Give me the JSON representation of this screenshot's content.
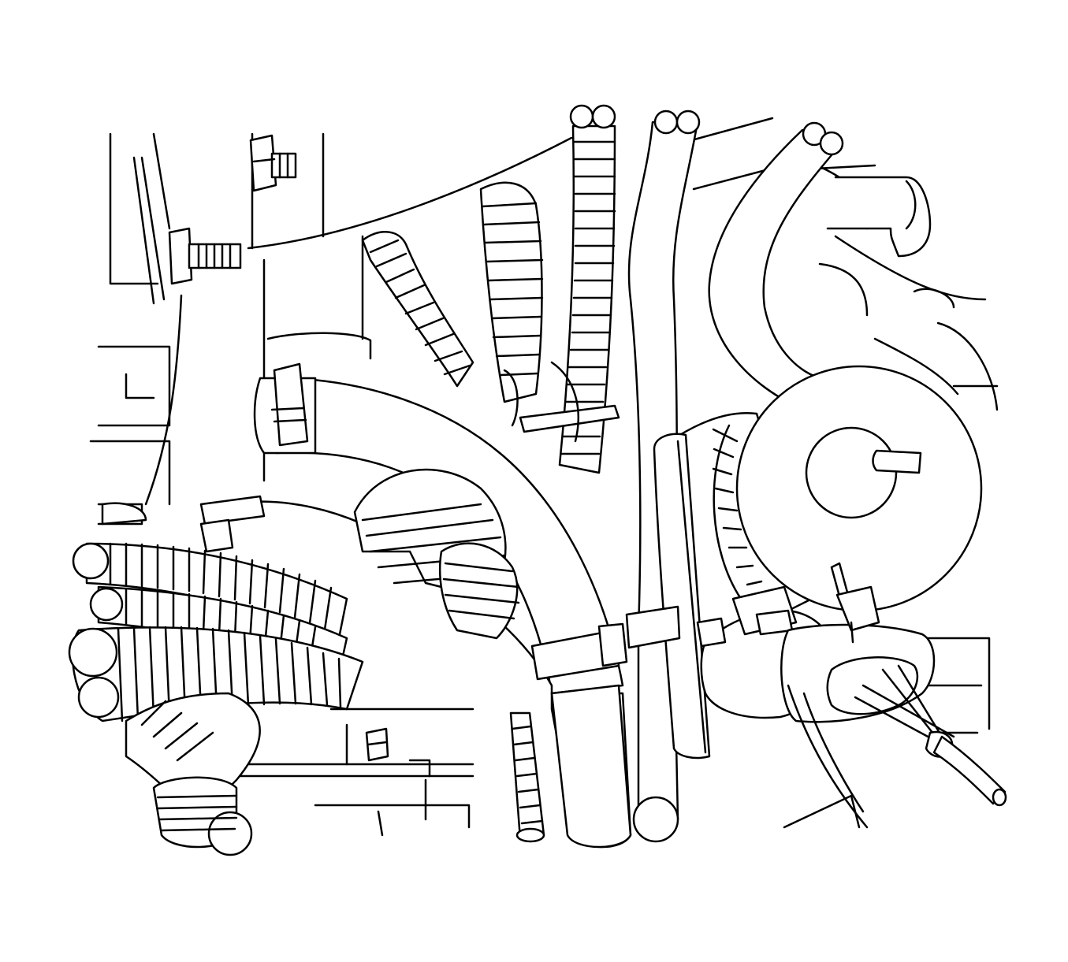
{
  "figure": {
    "background": "#ffffff",
    "line_color": "#000000",
    "components": [
      {
        "name": "mounting-bracket-panel"
      },
      {
        "name": "bracket-bolt"
      },
      {
        "name": "flange-nut"
      },
      {
        "name": "heater-hose"
      },
      {
        "name": "hose-clamp-upper"
      },
      {
        "name": "hose-clamp-lower"
      },
      {
        "name": "corrugated-wiring-harness-main"
      },
      {
        "name": "corrugated-conduit-vertical"
      },
      {
        "name": "corrugated-conduit-curved"
      },
      {
        "name": "vacuum-line-center"
      },
      {
        "name": "vacuum-line-right"
      },
      {
        "name": "round-sensor-housing"
      },
      {
        "name": "electrical-connector"
      },
      {
        "name": "cable-tie"
      },
      {
        "name": "lower-corrugated-conduit"
      }
    ]
  }
}
